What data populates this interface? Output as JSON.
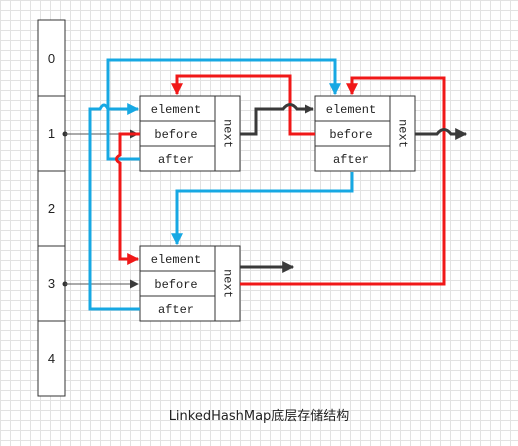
{
  "caption": "LinkedHashMap底层存储结构",
  "table": {
    "indices": [
      "0",
      "1",
      "2",
      "3",
      "4"
    ]
  },
  "entries": [
    {
      "fields": [
        "element",
        "before",
        "after"
      ],
      "next_label": "next"
    },
    {
      "fields": [
        "element",
        "before",
        "after"
      ],
      "next_label": "next"
    },
    {
      "fields": [
        "element",
        "before",
        "after"
      ],
      "next_label": "next"
    }
  ],
  "colors": {
    "after_link": "#17a8e3",
    "before_link": "#f01818",
    "next_link": "#3a3a3a",
    "bucket_pointer": "#555555"
  }
}
